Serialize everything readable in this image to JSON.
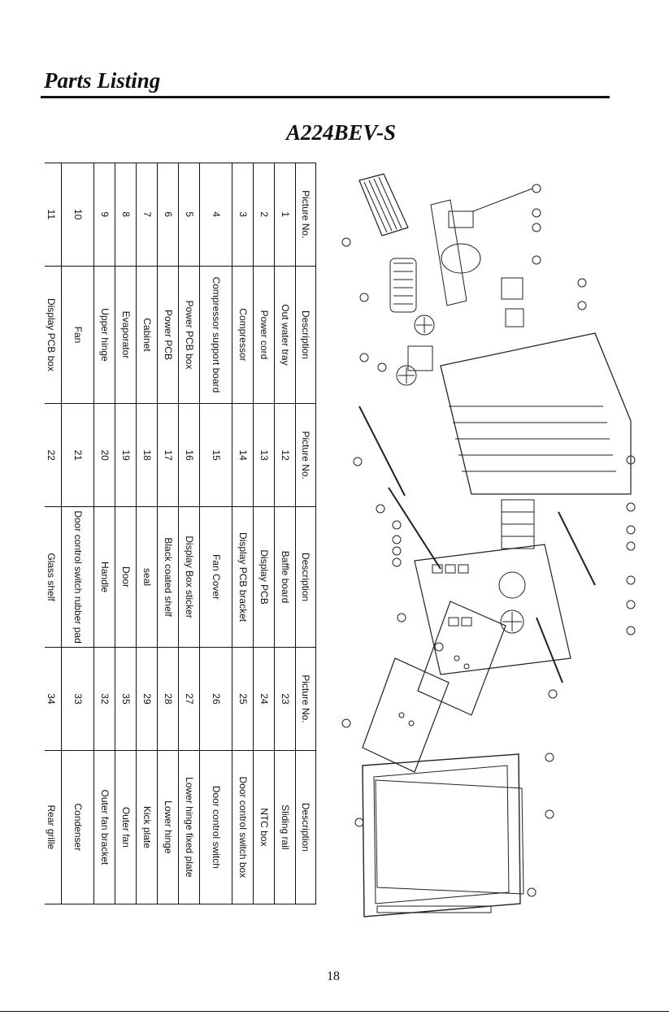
{
  "header": {
    "title": "Parts Listing",
    "model": "A224BEV-S"
  },
  "footer": {
    "page_number": "18"
  },
  "table": {
    "headers": [
      "Picture No.",
      "Description",
      "Picture No.",
      "Description",
      "Picture No.",
      "Description"
    ],
    "rows": [
      [
        "1",
        "Out water tray",
        "12",
        "Baffle board",
        "23",
        "Sliding rail"
      ],
      [
        "2",
        "Power cord",
        "13",
        "Display PCB",
        "24",
        "NTC box"
      ],
      [
        "3",
        "Compressor",
        "14",
        "Display PCB bracket",
        "25",
        "Door control switch box"
      ],
      [
        "4",
        "Compressor support board",
        "15",
        "Fan Cover",
        "26",
        "Door control switch"
      ],
      [
        "5",
        "Power PCB box",
        "16",
        "Display Box sticker",
        "27",
        "Lower hinge fixed plate"
      ],
      [
        "6",
        "Power PCB",
        "17",
        "Black coated shelf",
        "28",
        "Lower hinge"
      ],
      [
        "7",
        "Cabinet",
        "18",
        "seal",
        "29",
        "Kick plate"
      ],
      [
        "8",
        "Evaporator",
        "19",
        "Door",
        "35",
        "Outer fan"
      ],
      [
        "9",
        "Upper hinge",
        "20",
        "Handle",
        "32",
        "Outer fan bracket"
      ],
      [
        "10",
        "Fan",
        "21",
        "Door control switch rubber pad",
        "33",
        "Condenser"
      ],
      [
        "11",
        "Display PCB box",
        "22",
        "Glass shelf",
        "34",
        "Rear grille"
      ]
    ]
  }
}
